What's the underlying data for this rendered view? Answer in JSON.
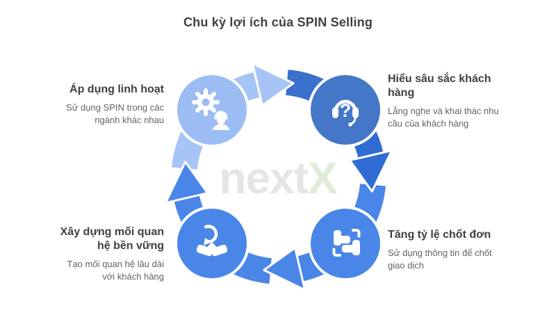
{
  "title": "Chu kỳ lợi ích của SPIN Selling",
  "watermark": {
    "gray": "next",
    "green": "X"
  },
  "colors": {
    "arc_light": "#a6c4f6",
    "arc_dark": "#3b70cc",
    "arc_darker": "#2f6cd4",
    "arc_main": "#4a86e8",
    "node_light": "#9cbdf4",
    "node_dark": "#4577c8",
    "node_main": "#4a86e8",
    "heading_text": "#3d4045",
    "body_text": "#5f6368",
    "watermark_gray": "#e5e5e5",
    "watermark_green": "#e0ecda"
  },
  "nodes": [
    {
      "position": "top-left",
      "icon": "gear-worker-icon",
      "heading": "Áp dụng linh hoạt",
      "description": "Sử dụng SPIN trong các ngành khác nhau"
    },
    {
      "position": "top-right",
      "icon": "headset-question-icon",
      "heading": "Hiểu sâu sắc khách hàng",
      "description": "Lắng nghe và khai thác nhu cầu của khách hàng"
    },
    {
      "position": "bottom-right",
      "icon": "deal-target-icon",
      "heading": "Tăng tỷ lệ chốt đơn",
      "description": "Sử dụng thông tin để chốt giao dịch"
    },
    {
      "position": "bottom-left",
      "icon": "handshake-cycle-icon",
      "heading": "Xây dựng mối quan hệ bền vững",
      "description": "Tạo mối quan hệ lâu dài với khách hàng"
    }
  ]
}
